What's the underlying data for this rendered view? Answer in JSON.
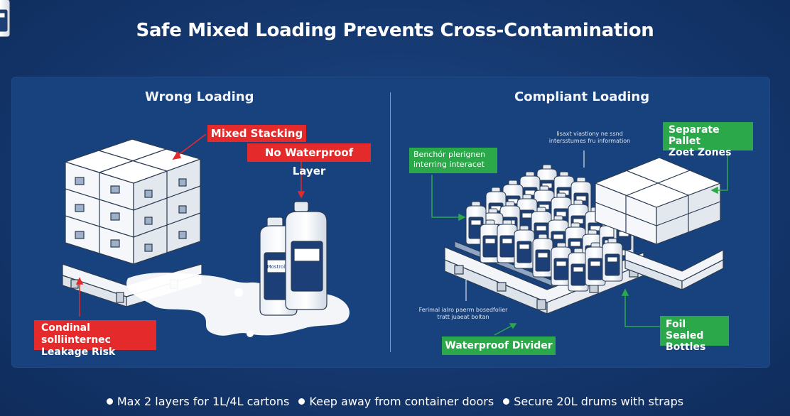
{
  "title": "Safe Mixed Loading Prevents Cross-Contamination",
  "left": {
    "heading": "Wrong Loading",
    "labels": {
      "mixed_stacking": "Mixed Stacking",
      "no_waterproof": "No Waterproof Layer",
      "leakage_line1": "Condinal solliinternec",
      "leakage_line2": "Leakage Risk"
    },
    "bottle_label": "Mostrolar"
  },
  "right": {
    "heading": "Compliant Loading",
    "labels": {
      "separate_line1": "Separate Pallet",
      "separate_line2": "Zoet Zones",
      "bencher_line1": "Benchór plerignen",
      "bencher_line2": "interring interacet",
      "foil_line1": "Foil Sealed",
      "foil_line2": "Bottles",
      "divider": "Waterproof Divider"
    },
    "notes": {
      "top_line1": "lisaxt viastlony ne ssnd",
      "top_line2": "intersstumes fru information",
      "bottom_line1": "Ferimal ialro paerm bosedfolier",
      "bottom_line2": "tratt juaeat boltan"
    }
  },
  "footer": [
    "Max 2 layers for 1L/4L cartons",
    "Keep away from container doors",
    "Secure 20L drums with straps"
  ],
  "colors": {
    "red": "#e42a2a",
    "green": "#2aa84a",
    "background": "#163a72"
  }
}
